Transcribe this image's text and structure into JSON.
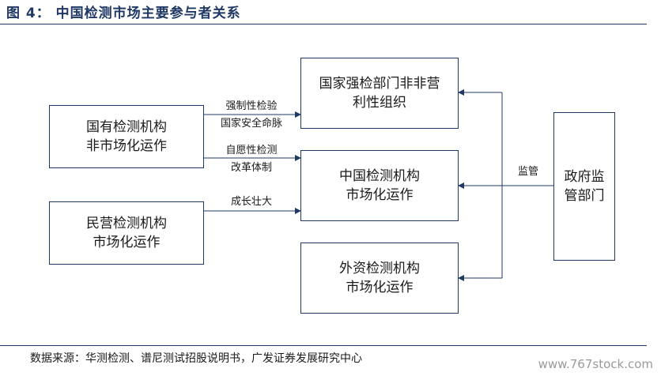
{
  "title": "图 4：  中国检测市场主要参与者关系",
  "nodes": {
    "state_inspect": [
      "国家强检部门非非营",
      "利性组织"
    ],
    "state_owned": [
      "国有检测机构",
      "非市场化运作"
    ],
    "china_market": [
      "中国检测机构",
      "市场化运作"
    ],
    "private": [
      "民营检测机构",
      "市场化运作"
    ],
    "foreign": [
      "外资检测机构",
      "市场化运作"
    ],
    "government": [
      "政府监",
      "管部门"
    ]
  },
  "edges": {
    "mandatory": [
      "强制性检验",
      "国家安全命脉"
    ],
    "voluntary": [
      "自愿性检测",
      "改革体制"
    ],
    "growth": "成长壮大",
    "supervise": "监管"
  },
  "source": "数据来源：华测检测、谱尼测试招股说明书，广发证券发展研究中心",
  "watermark": "www.767stock.com",
  "colors": {
    "border": "#1f3864",
    "line": "#1f3864"
  }
}
